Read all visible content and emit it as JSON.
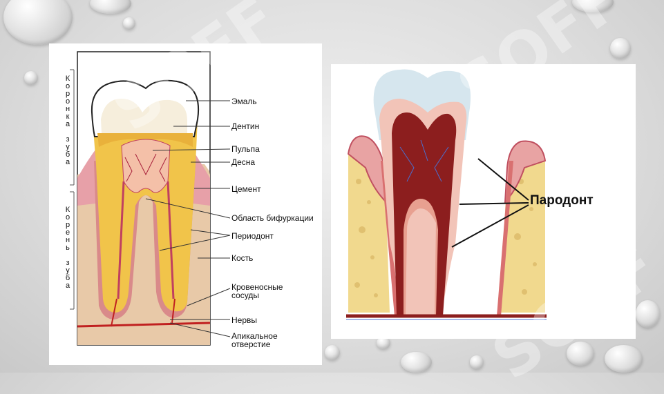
{
  "left_diagram": {
    "side_label_crown": "Коронка зуба",
    "side_label_root": "Корень зуба",
    "labels": {
      "enamel": "Эмаль",
      "dentin": "Дентин",
      "pulp": "Пульпа",
      "gum": "Десна",
      "cement": "Цемент",
      "bifurcation": "Область бифуркации",
      "periodont": "Периодонт",
      "bone": "Кость",
      "vessels_1": "Кровеносные",
      "vessels_2": "сосуды",
      "nerves": "Нервы",
      "apical_1": "Апикальное",
      "apical_2": "отверстие"
    }
  },
  "right_diagram": {
    "label": "Пародонт"
  },
  "watermark_text": "SOFF"
}
